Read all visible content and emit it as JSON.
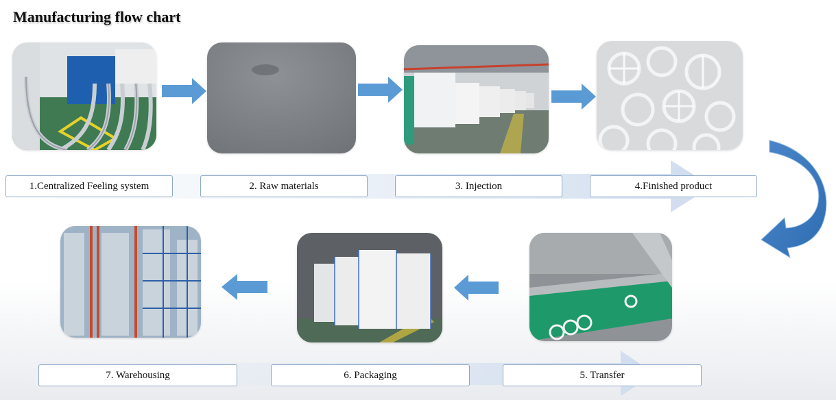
{
  "title": "Manufacturing flow chart",
  "steps": [
    {
      "label": "1.Centralized Feeling system",
      "photo": "feeding-system-photo"
    },
    {
      "label": "2. Raw materials",
      "photo": "raw-materials-photo"
    },
    {
      "label": "3. Injection",
      "photo": "injection-machines-photo"
    },
    {
      "label": "4.Finished product",
      "photo": "finished-product-photo"
    },
    {
      "label": "5. Transfer",
      "photo": "conveyor-transfer-photo"
    },
    {
      "label": "6. Packaging",
      "photo": "packaging-bags-photo"
    },
    {
      "label": "7. Warehousing",
      "photo": "warehouse-racks-photo"
    }
  ],
  "colors": {
    "arrow": "#5b9bd5",
    "band": "#dce6f2",
    "box_border": "#8ea9c9"
  }
}
